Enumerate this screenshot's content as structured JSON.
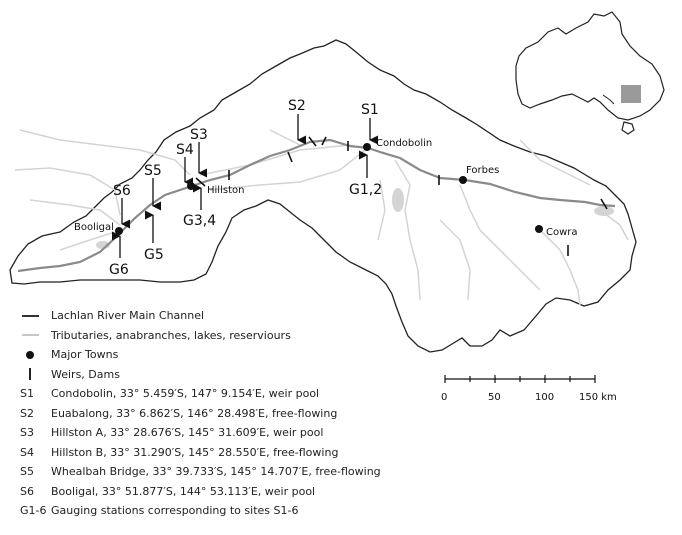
{
  "map": {
    "sites": [
      {
        "code": "S1"
      },
      {
        "code": "S2"
      },
      {
        "code": "S3"
      },
      {
        "code": "S4"
      },
      {
        "code": "S5"
      },
      {
        "code": "S6"
      }
    ],
    "gauges": [
      "G1,2",
      "G3,4",
      "G5",
      "G6"
    ],
    "towns": [
      "Condobolin",
      "Forbes",
      "Hillston",
      "Booligal",
      "Cowra"
    ],
    "scale": {
      "ticks": [
        "0",
        "50",
        "100",
        "150 km"
      ]
    },
    "colors": {
      "main_channel": "#8a8a8a",
      "tributaries": "#d4d4d4",
      "boundary": "#222222",
      "inset_highlight": "#9a9a9a"
    }
  },
  "legend": {
    "main_channel": "Lachlan River Main Channel",
    "tributaries": "Tributaries, anabranches, lakes, reserviours",
    "towns": "Major Towns",
    "weirs": "Weirs, Dams",
    "sites": [
      {
        "code": "S1",
        "text": "Condobolin, 33° 5.459′S, 147° 9.154′E, weir pool"
      },
      {
        "code": "S2",
        "text": "Euabalong, 33° 6.862′S, 146° 28.498′E, free-flowing"
      },
      {
        "code": "S3",
        "text": "Hillston A, 33° 28.676′S, 145° 31.609′E, weir pool"
      },
      {
        "code": "S4",
        "text": "Hillston B, 33° 31.290′S, 145° 28.550′E, free-flowing"
      },
      {
        "code": "S5",
        "text": "Whealbah Bridge, 33° 39.733′S, 145° 14.707′E, free-flowing"
      },
      {
        "code": "S6",
        "text": "Booligal, 33° 51.877′S, 144° 53.113′E, weir pool"
      },
      {
        "code": "G1-6",
        "text": "Gauging stations corresponding to sites S1-6"
      }
    ]
  }
}
